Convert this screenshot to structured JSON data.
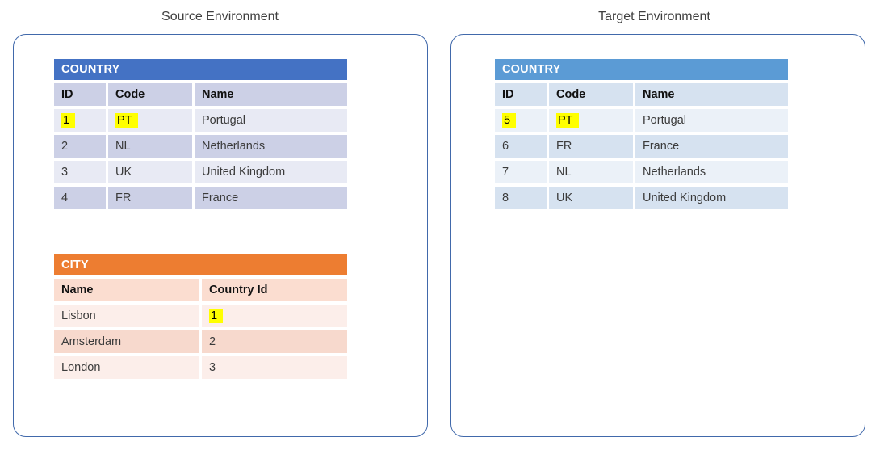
{
  "panels": [
    {
      "id": "source",
      "title": "Source Environment",
      "tables": [
        {
          "name": "COUNTRY",
          "header_color": "#4472C4",
          "columns": [
            "ID",
            "Code",
            "Name"
          ],
          "rows": [
            {
              "cells": [
                "1",
                "PT",
                "Portugal"
              ],
              "highlight": [
                true,
                true,
                false
              ]
            },
            {
              "cells": [
                "2",
                "NL",
                "Netherlands"
              ],
              "highlight": [
                false,
                false,
                false
              ]
            },
            {
              "cells": [
                "3",
                "UK",
                "United Kingdom"
              ],
              "highlight": [
                false,
                false,
                false
              ]
            },
            {
              "cells": [
                "4",
                "FR",
                "France"
              ],
              "highlight": [
                false,
                false,
                false
              ]
            }
          ]
        },
        {
          "name": "CITY",
          "header_color": "#ED7D31",
          "columns": [
            "Name",
            "Country Id"
          ],
          "rows": [
            {
              "cells": [
                "Lisbon",
                "1"
              ],
              "highlight": [
                false,
                true
              ]
            },
            {
              "cells": [
                "Amsterdam",
                "2"
              ],
              "highlight": [
                false,
                false
              ]
            },
            {
              "cells": [
                "London",
                "3"
              ],
              "highlight": [
                false,
                false
              ]
            }
          ]
        }
      ]
    },
    {
      "id": "target",
      "title": "Target Environment",
      "tables": [
        {
          "name": "COUNTRY",
          "header_color": "#5B9BD5",
          "columns": [
            "ID",
            "Code",
            "Name"
          ],
          "rows": [
            {
              "cells": [
                "5",
                "PT",
                "Portugal"
              ],
              "highlight": [
                true,
                true,
                false
              ]
            },
            {
              "cells": [
                "6",
                "FR",
                "France"
              ],
              "highlight": [
                false,
                false,
                false
              ]
            },
            {
              "cells": [
                "7",
                "NL",
                "Netherlands"
              ],
              "highlight": [
                false,
                false,
                false
              ]
            },
            {
              "cells": [
                "8",
                "UK",
                "United Kingdom"
              ],
              "highlight": [
                false,
                false,
                false
              ]
            }
          ]
        }
      ]
    }
  ],
  "colors": {
    "panel_border": "#4169AB",
    "highlight": "#FFFF00",
    "source_country_header": "#4472C4",
    "source_city_header": "#ED7D31",
    "target_country_header": "#5B9BD5"
  }
}
